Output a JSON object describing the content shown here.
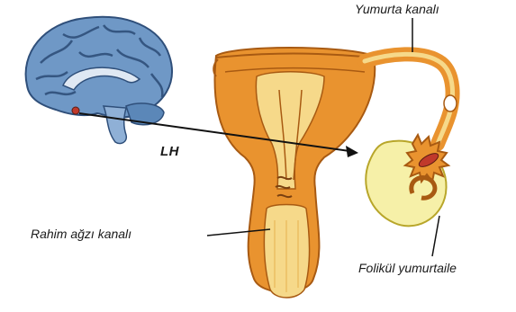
{
  "labels": {
    "oviduct": "Yumurta kanalı",
    "hormone": "LH",
    "cervix": "Rahim ağzı kanalı",
    "follicle": "Folikül yumurtaile"
  },
  "colors": {
    "uterus_orange": "#e9932f",
    "uterus_inner": "#f6d98a",
    "brain_blue": "#5b87b8",
    "brain_dark": "#2f4f7a",
    "ovary_yellow": "#f6f0a8",
    "pituitary_red": "#c0392b",
    "arrow": "#111111"
  },
  "icons": {
    "brain": "brain-icon",
    "uterus": "uterus-illustration",
    "ovary": "ovary-illustration"
  }
}
